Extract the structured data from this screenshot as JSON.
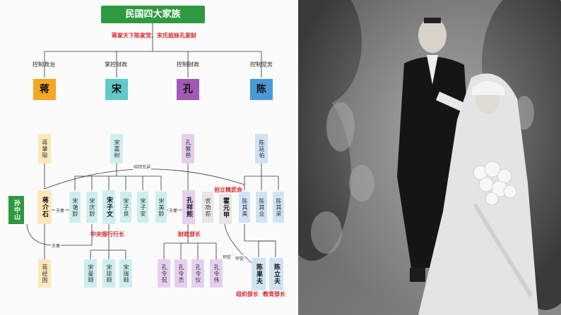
{
  "diagram": {
    "title": "民国四大家族",
    "subtitle": "蒋家天下陈家党，宋氏姐妹孔家财",
    "families": [
      {
        "role": "控制政治",
        "name": "蒋",
        "color": "#f5a623"
      },
      {
        "role": "掌控财政",
        "name": "宋",
        "color": "#5fc8c8"
      },
      {
        "role": "控制财政",
        "name": "孔",
        "color": "#a05ab5"
      },
      {
        "role": "控制党务",
        "name": "陈",
        "color": "#4a9ad8"
      }
    ],
    "elders": [
      "蒋肇聪",
      "宋嘉树",
      "孔繁慈",
      "陈廷佑"
    ],
    "sworn_label": "结拜兄弟",
    "husband_label": "夫妻",
    "sun": "孙中山",
    "jiang": "蒋介石",
    "song_children": [
      "宋蔼龄",
      "宋庆龄",
      "宋子文",
      "宋子良",
      "宋子安",
      "宋美龄"
    ],
    "kong": "孔祥熙",
    "kong_peer": "农劝荪",
    "huo": "霍元甲",
    "chen_brothers": [
      "陈其美",
      "陈其业",
      "陈其采"
    ],
    "founded_label": "创立精武会",
    "central_bank_label": "中央银行行长",
    "finance_label": "财政部长",
    "mentor_label": "师徒",
    "jingguo": "蒋经国",
    "song_grandchildren": [
      "宋曼颐",
      "宋琼颐",
      "宋瑞颐"
    ],
    "kong_children": [
      "孔令侃",
      "孔令杰",
      "孔令仪",
      "孔令伟"
    ],
    "chen_sons": [
      "陈果夫",
      "陈立夫"
    ],
    "bottom_label_1": "组织部长",
    "bottom_label_2": "教育部长"
  },
  "photo": {
    "description_colors": {
      "background": "#6a6a6a",
      "suit": "#151515",
      "dress": "#e8e8e8"
    }
  }
}
